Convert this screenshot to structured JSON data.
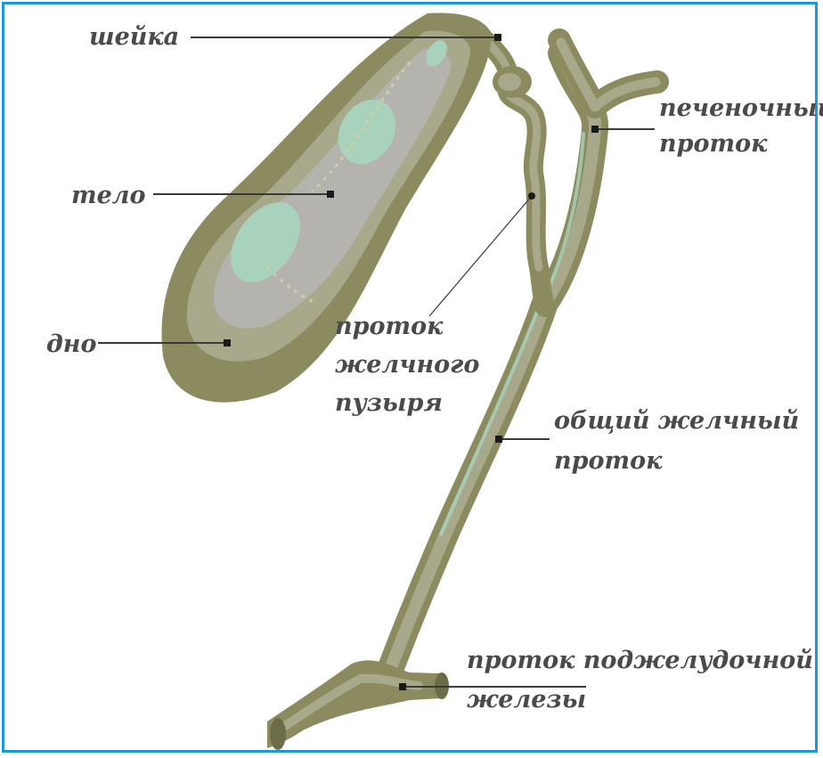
{
  "colors": {
    "border": "#1a9ad8",
    "organ_outer": "#8c8b60",
    "organ_mid": "#a8a98a",
    "organ_inner": "#b4b3ad",
    "organ_highlight": "#a8d2bc",
    "label_text": "#4a4a4a",
    "leader_line": "#3a3a3a"
  },
  "labels": {
    "neck": "шейка",
    "body": "тело",
    "fundus": "дно",
    "hepatic_duct_1": "печеночный",
    "hepatic_duct_2": "проток",
    "cystic_duct_1": "проток",
    "cystic_duct_2": "желчного",
    "cystic_duct_3": "пузыря",
    "common_bile_duct_1": "общий желчный",
    "common_bile_duct_2": "проток",
    "pancreatic_duct_1": "проток поджелудочной",
    "pancreatic_duct_2": "железы"
  }
}
